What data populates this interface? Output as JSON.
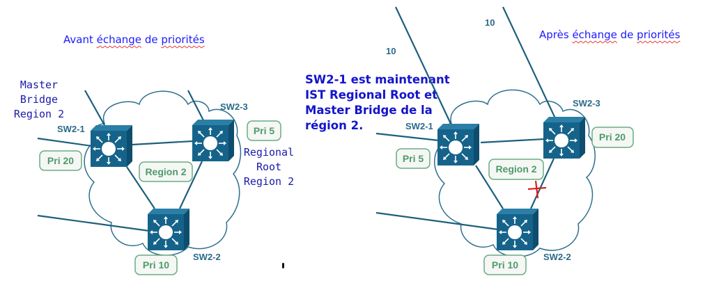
{
  "left_panel": {
    "title_parts": [
      "Avant ",
      "échange",
      " de ",
      "priorités"
    ],
    "note_master": "Master\nBridge\nRegion 2",
    "note_regional": "Regional\nRoot\nRegion 2",
    "switches": {
      "sw1": {
        "name": "SW2-1",
        "priority": "Pri 20"
      },
      "sw2": {
        "name": "SW2-2",
        "priority": "Pri 10"
      },
      "sw3": {
        "name": "SW2-3",
        "priority": "Pri 5"
      }
    },
    "region_label": "Region 2"
  },
  "right_panel": {
    "title_parts": [
      "Après ",
      "échange",
      " de ",
      "priorités"
    ],
    "note": "SW2-1 est maintenant\nIST Regional Root et\nMaster Bridge de la\nrégion 2.",
    "link_costs": [
      "10",
      "10"
    ],
    "switches": {
      "sw1": {
        "name": "SW2-1",
        "priority": "Pri 5"
      },
      "sw2": {
        "name": "SW2-2",
        "priority": "Pri 10"
      },
      "sw3": {
        "name": "SW2-3",
        "priority": "Pri 20"
      }
    },
    "region_label": "Region 2",
    "blocked_link": "SW2-3 to SW2-2"
  },
  "colors": {
    "switch_fill": "#15638a",
    "switch_side": "#0e4d6e",
    "line": "#1d5f7c",
    "cloud": "#2f6f8c",
    "pill_border": "#6aab84",
    "pill_text": "#4f9a6a",
    "pill_bg": "#f4f7f4",
    "note_blue": "#1a1aff",
    "blocked_mark": "#e01b1b"
  }
}
